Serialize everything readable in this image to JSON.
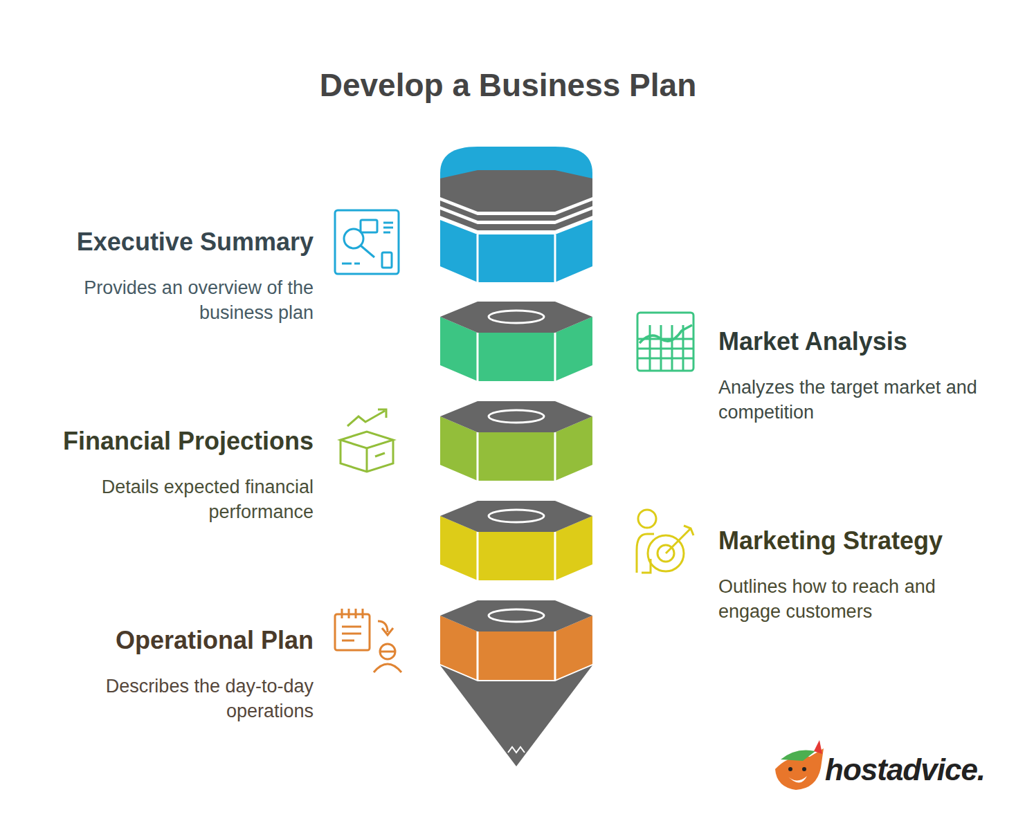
{
  "diagram": {
    "title": "Develop a Business Plan",
    "nodes": [
      {
        "text": [
          "Executive Summary",
          "Provides an overview of the business plan"
        ]
      },
      {
        "text": [
          "Market Analysis",
          "Analyzes the target market and competition"
        ]
      },
      {
        "text": [
          "Financial Projections",
          "Details expected financial performance"
        ]
      },
      {
        "text": [
          "Marketing Strategy",
          "Outlines how to reach and engage customers"
        ]
      },
      {
        "text": [
          "Operational Plan",
          "Describes the day-to-day operations"
        ]
      }
    ],
    "labels": [
      "hostadvice."
    ]
  }
}
